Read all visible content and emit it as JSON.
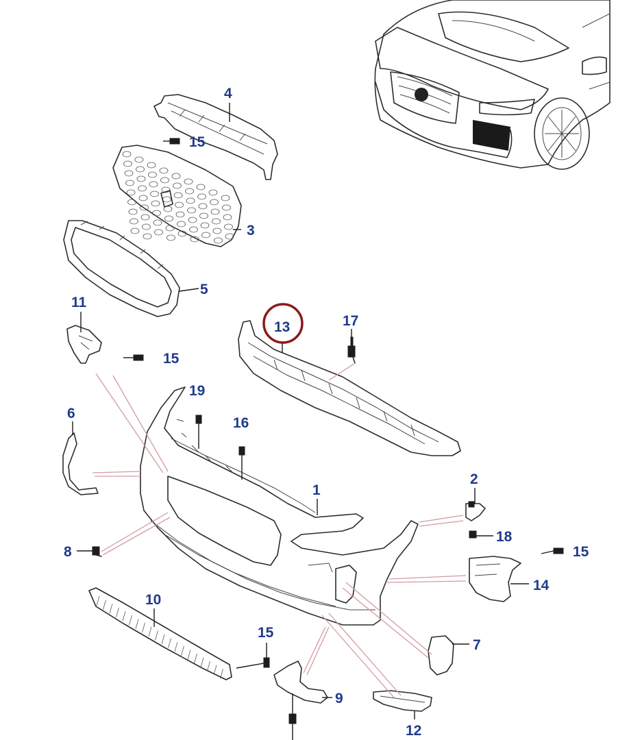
{
  "diagram": {
    "highlight_color": "#8b1a1a",
    "callout_color": "#1f3a8a",
    "highlighted_part": "13",
    "callouts": {
      "c1": "1",
      "c2": "2",
      "c3": "3",
      "c4": "4",
      "c5": "5",
      "c6": "6",
      "c7": "7",
      "c8": "8",
      "c9": "9",
      "c10": "10",
      "c11": "11",
      "c12": "12",
      "c13": "13",
      "c14": "14",
      "c15a": "15",
      "c15b": "15",
      "c15c": "15",
      "c15d": "15",
      "c16": "16",
      "c17": "17",
      "c18": "18",
      "c19": "19"
    }
  }
}
